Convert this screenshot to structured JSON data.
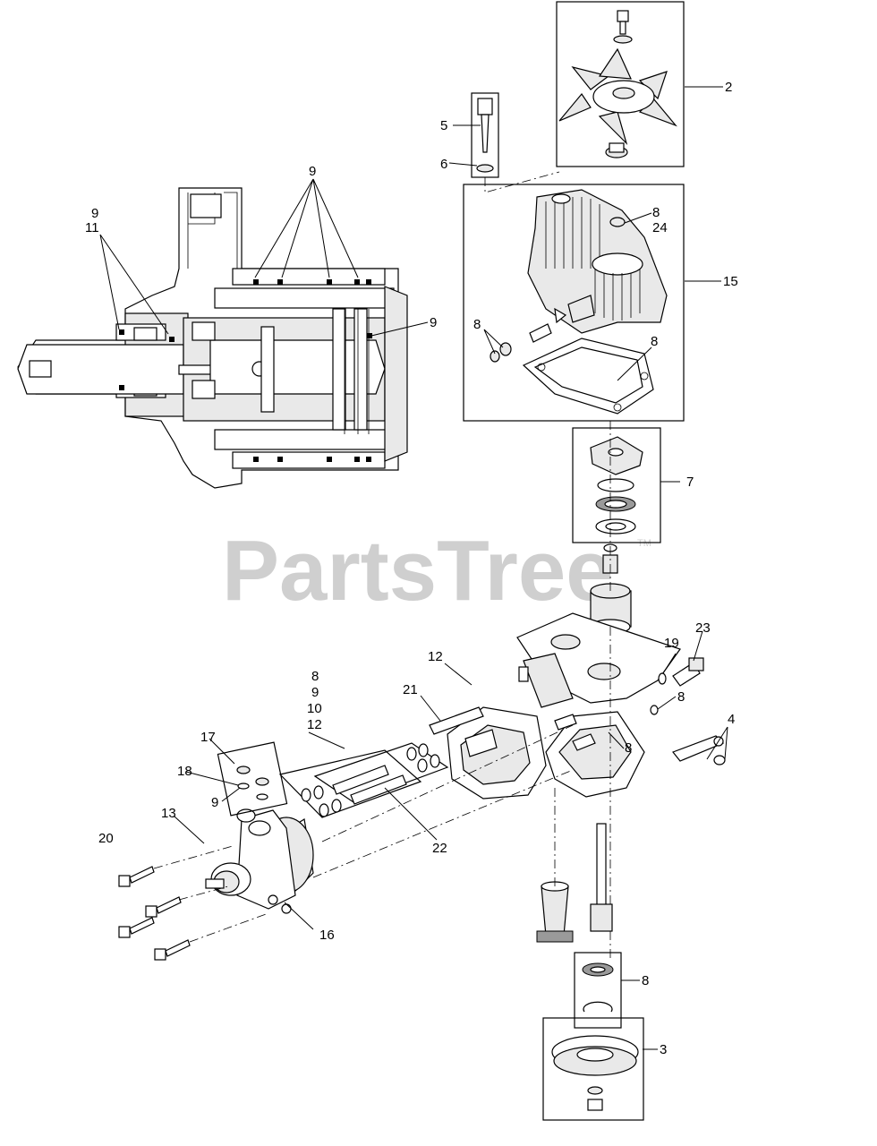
{
  "watermark": {
    "text": "PartsTree",
    "trademark": "TM"
  },
  "callouts": {
    "c2": "2",
    "c3": "3",
    "c4": "4",
    "c5": "5",
    "c6": "6",
    "c7": "7",
    "c8_fan": "8",
    "c24_fan": "24",
    "c15": "15",
    "c8_gasket": "8",
    "c8_washers": "8",
    "c9_top": "9",
    "c9_left": "9",
    "c11_left": "11",
    "c9_right": "9",
    "c12_bracket": "12",
    "c21": "21",
    "c19": "19",
    "c23": "23",
    "c8_fitting": "8",
    "c8_port": "8",
    "c8_kit": "8",
    "c9_kit": "9",
    "c10_kit": "10",
    "c12_kit": "12",
    "c17": "17",
    "c18": "18",
    "c9_plate": "9",
    "c13": "13",
    "c20": "20",
    "c22": "22",
    "c16": "16",
    "c8_bearing": "8"
  }
}
